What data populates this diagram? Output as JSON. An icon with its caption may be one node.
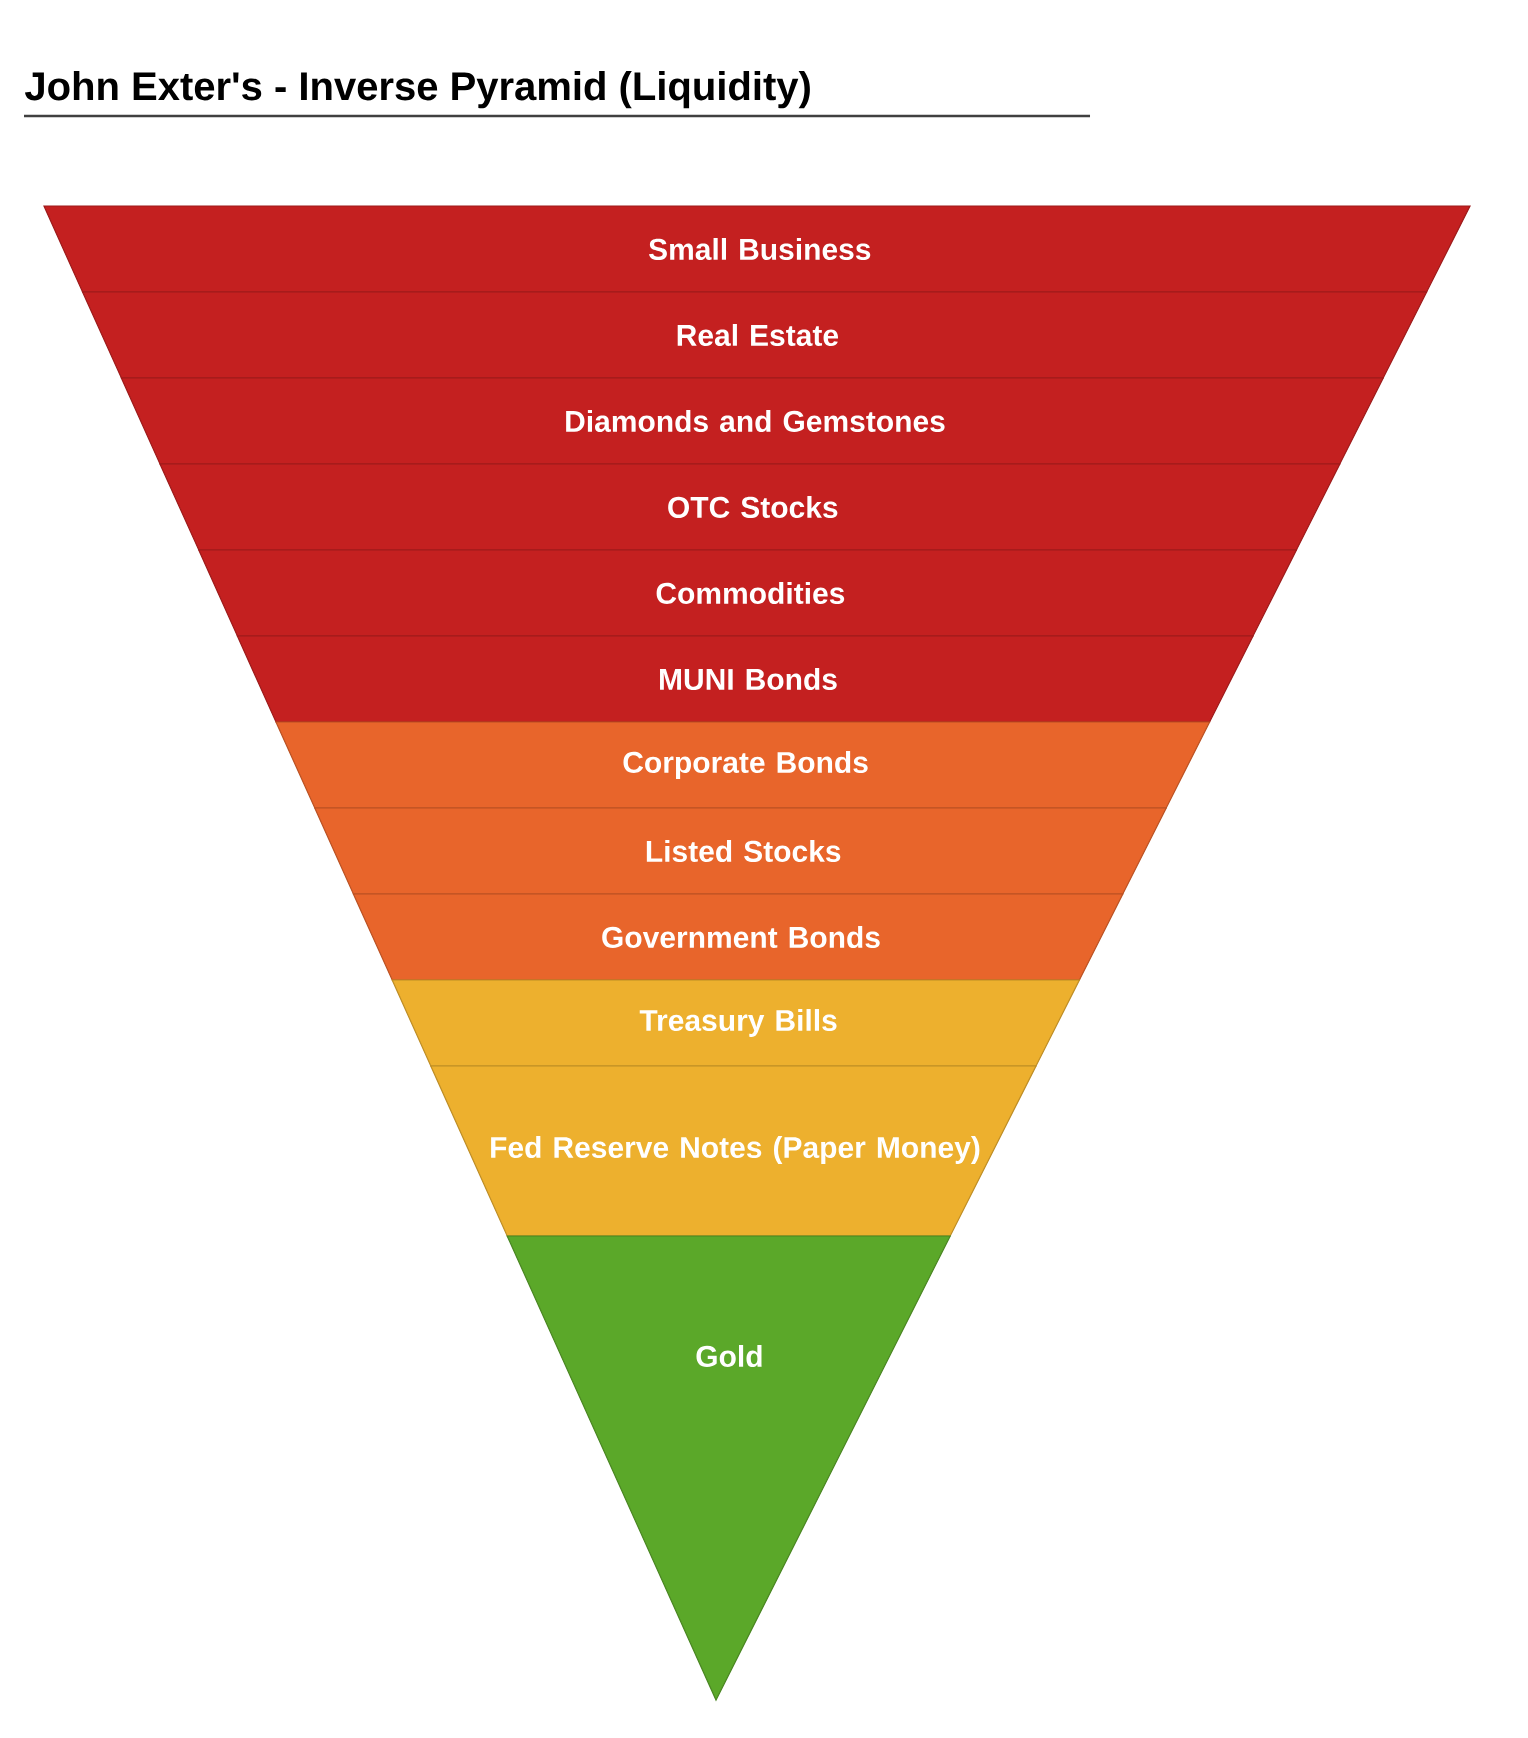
{
  "diagram": {
    "title": "John Exter's - Inverse Pyramid (Liquidity)",
    "nodes": [
      {
        "text": [
          "Small Business"
        ]
      },
      {
        "text": [
          "Real Estate"
        ]
      },
      {
        "text": [
          "Diamonds and Gemstones"
        ]
      },
      {
        "text": [
          "OTC Stocks"
        ]
      },
      {
        "text": [
          "Commodities"
        ]
      },
      {
        "text": [
          "MUNI Bonds"
        ]
      },
      {
        "text": [
          "Corporate Bonds"
        ]
      },
      {
        "text": [
          "Listed Stocks"
        ]
      },
      {
        "text": [
          "Government Bonds"
        ]
      },
      {
        "text": [
          "Treasury Bills"
        ]
      },
      {
        "text": [
          "Fed Reserve Notes (Paper Money)"
        ]
      },
      {
        "text": [
          "Gold"
        ]
      }
    ]
  }
}
